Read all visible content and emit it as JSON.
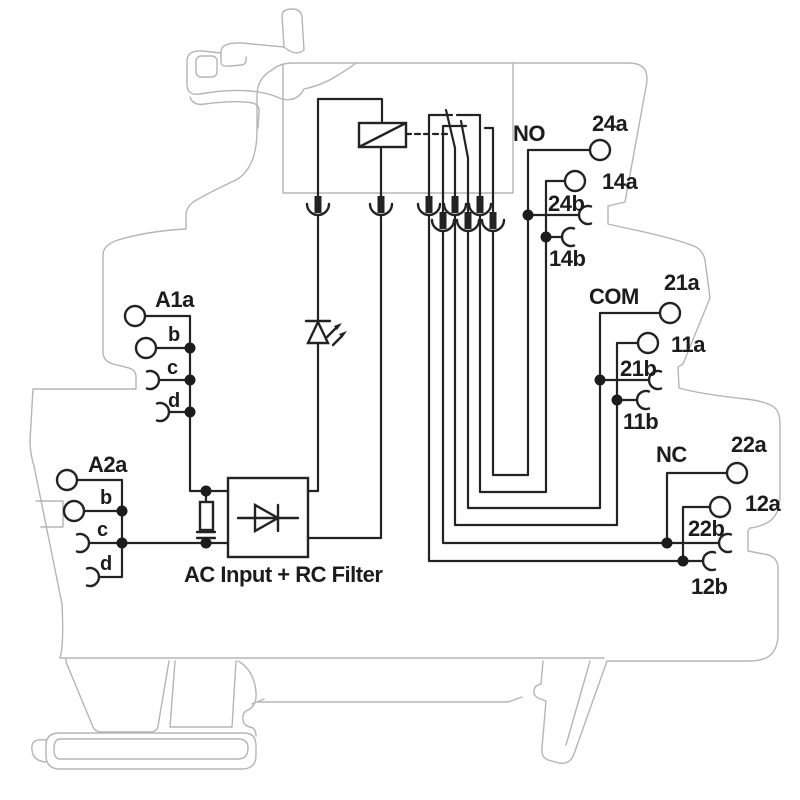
{
  "title": "Relay module wiring diagram",
  "colors": {
    "line": "#232323",
    "outline": "#b5b5b5",
    "background": "#ffffff"
  },
  "block": {
    "label": "AC Input + RC Filter"
  },
  "input_groups": [
    {
      "id": "A1",
      "terminals": [
        "A1a",
        "b",
        "c",
        "d"
      ]
    },
    {
      "id": "A2",
      "terminals": [
        "A2a",
        "b",
        "c",
        "d"
      ]
    }
  ],
  "output_groups": [
    {
      "id": "NO",
      "terminals": [
        "24a",
        "14a",
        "24b",
        "14b"
      ]
    },
    {
      "id": "COM",
      "terminals": [
        "21a",
        "11a",
        "21b",
        "11b"
      ]
    },
    {
      "id": "NC",
      "terminals": [
        "22a",
        "12a",
        "22b",
        "12b"
      ]
    }
  ],
  "labels": {
    "a1a": "A1a",
    "a1b": "b",
    "a1c": "c",
    "a1d": "d",
    "a2a": "A2a",
    "a2b": "b",
    "a2c": "c",
    "a2d": "d",
    "block": "AC Input + RC Filter",
    "no": "NO",
    "com": "COM",
    "nc": "NC",
    "t24a": "24a",
    "t14a": "14a",
    "t24b": "24b",
    "t14b": "14b",
    "t21a": "21a",
    "t11a": "11a",
    "t21b": "21b",
    "t11b": "11b",
    "t22a": "22a",
    "t12a": "12a",
    "t22b": "22b",
    "t12b": "12b"
  }
}
